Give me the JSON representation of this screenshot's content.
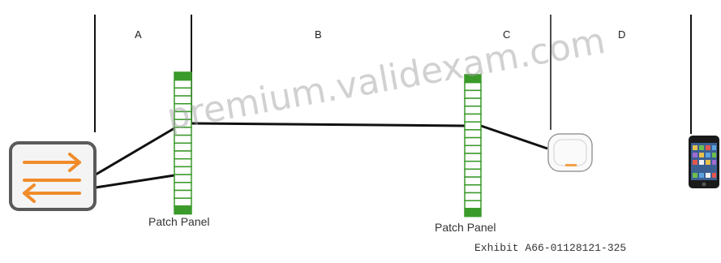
{
  "segments": [
    "A",
    "B",
    "C",
    "D"
  ],
  "patch_panels": [
    {
      "label": "Patch Panel"
    },
    {
      "label": "Patch Panel"
    }
  ],
  "devices": [
    {
      "icon": "switch-icon"
    },
    {
      "icon": "access-point-icon"
    },
    {
      "icon": "smartphone-icon"
    }
  ],
  "exhibit": "Exhibit A66-01128121-325",
  "watermark": "premium.validexam.com",
  "colors": {
    "switch_arrows": "#f08c2a",
    "switch_border": "#555555",
    "patch_panel": "#3a9a2a",
    "cable": "#111111"
  }
}
